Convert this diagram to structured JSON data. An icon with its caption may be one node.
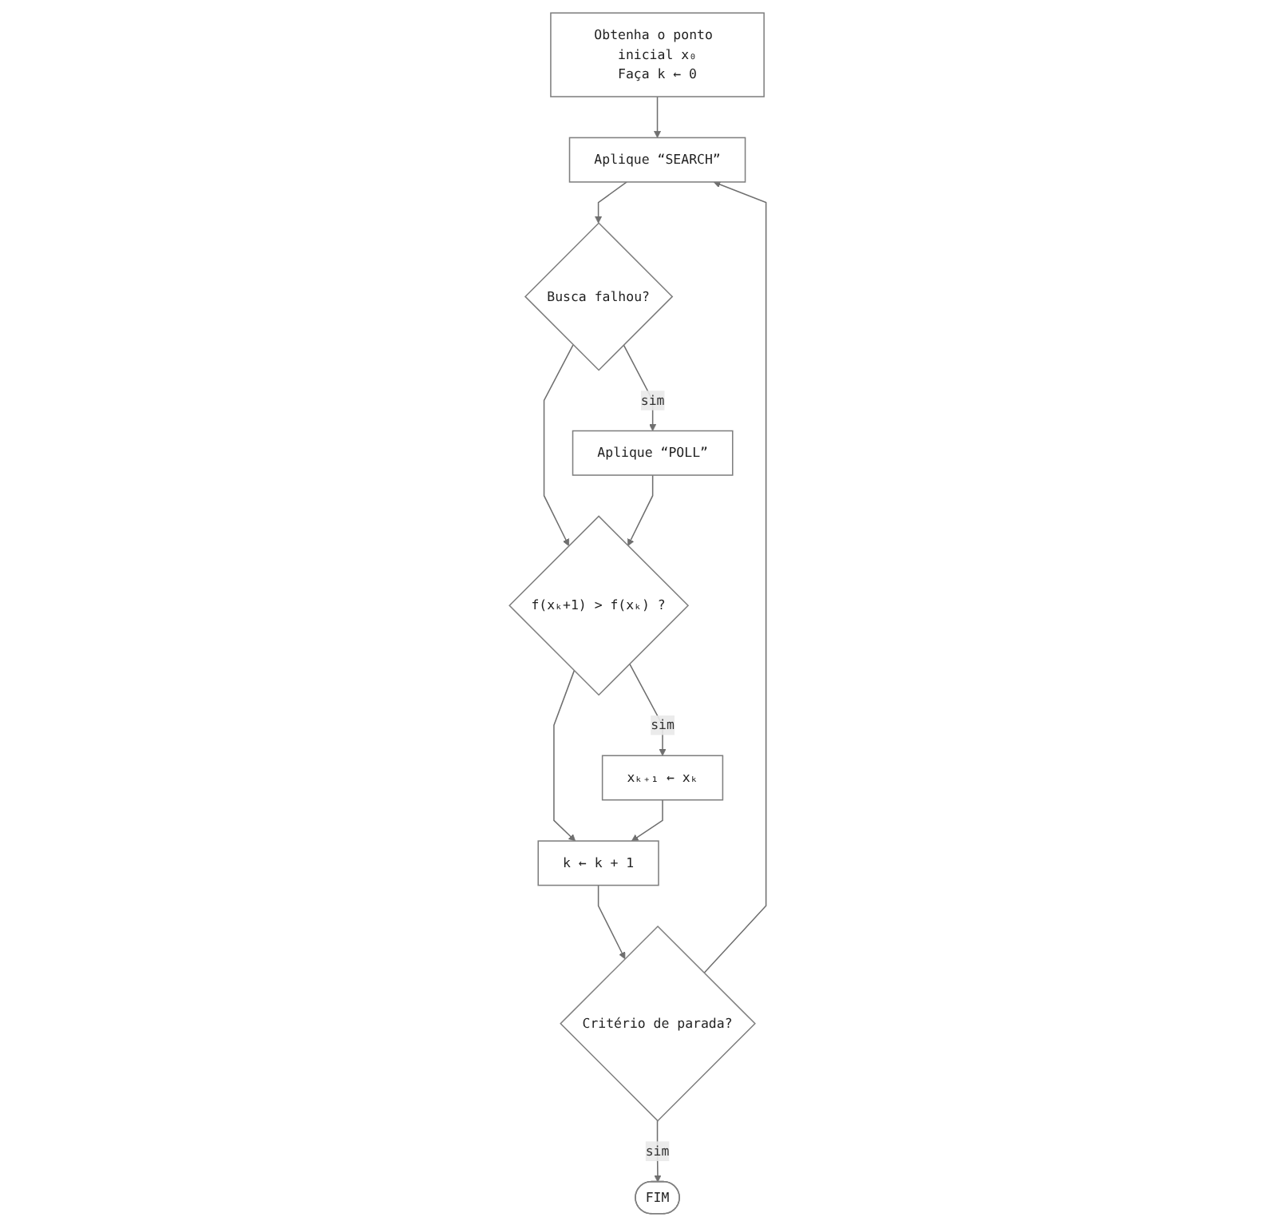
{
  "diagram": {
    "nodes": [
      {
        "text": [
          "Obtenha o ponto inicial x₀",
          "Faça k ← 0"
        ]
      },
      {
        "text": [
          "Aplique “SEARCH”"
        ]
      },
      {
        "text": [
          "Busca falhou?"
        ]
      },
      {
        "text": [
          "Aplique “POLL”"
        ]
      },
      {
        "text": [
          "f(xₖ+1) > f(xₖ) ?"
        ]
      },
      {
        "text": [
          "xₖ₊₁ ← xₖ"
        ]
      },
      {
        "text": [
          "k ← k + 1"
        ]
      },
      {
        "text": [
          "Critério de parada?"
        ]
      },
      {
        "text": [
          "FIM"
        ]
      }
    ],
    "edges": [
      {
        "from": 0,
        "to": 1,
        "arrow": "to"
      },
      {
        "from": 1,
        "to": 2,
        "arrow": "to"
      },
      {
        "from": 2,
        "to": 3,
        "arrow": "to",
        "label": "sim"
      },
      {
        "from": 2,
        "to": 4,
        "arrow": "to"
      },
      {
        "from": 3,
        "to": 4,
        "arrow": "to"
      },
      {
        "from": 4,
        "to": 5,
        "arrow": "to",
        "label": "sim"
      },
      {
        "from": 4,
        "to": 6,
        "arrow": "to"
      },
      {
        "from": 5,
        "to": 6,
        "arrow": "to"
      },
      {
        "from": 6,
        "to": 7,
        "arrow": "to"
      },
      {
        "from": 7,
        "to": 8,
        "arrow": "to",
        "label": "sim"
      },
      {
        "from": 7,
        "to": 1,
        "arrow": "to"
      }
    ]
  }
}
